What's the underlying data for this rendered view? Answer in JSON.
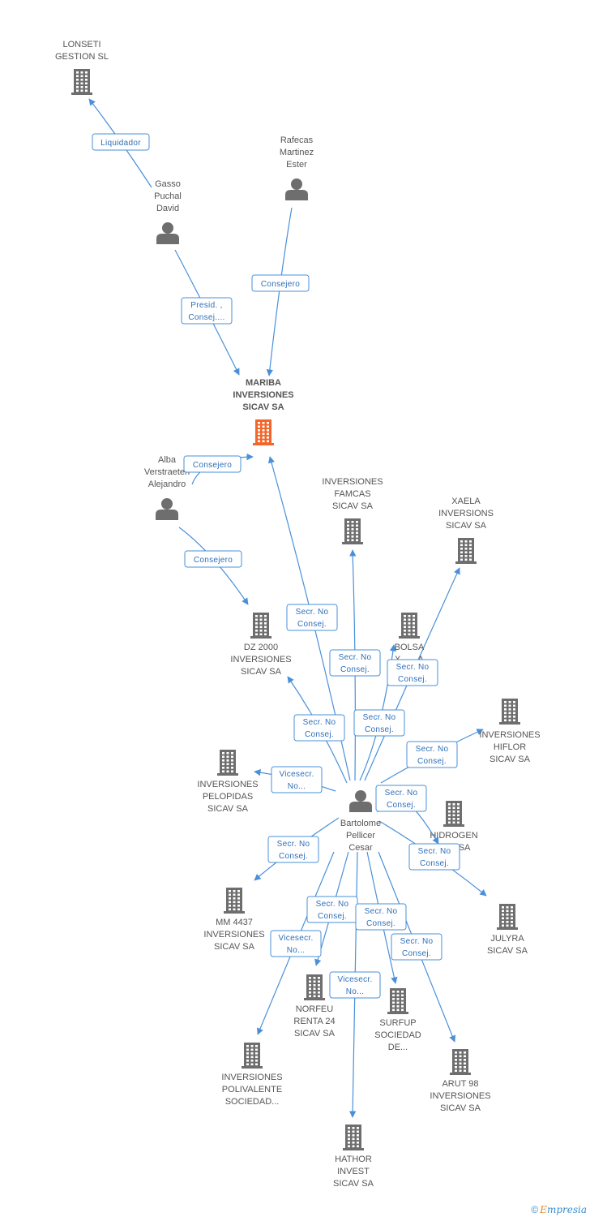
{
  "colors": {
    "edge": "#4a90d9",
    "node": "#6e6e6e",
    "focus": "#f4652a"
  },
  "nodes": [
    {
      "id": "lonseti",
      "type": "company",
      "label": [
        "LONSETI",
        "GESTION SL"
      ]
    },
    {
      "id": "rafecas",
      "type": "person",
      "label": [
        "Rafecas",
        "Martinez",
        "Ester"
      ]
    },
    {
      "id": "gasso",
      "type": "person",
      "label": [
        "Gasso",
        "Puchal",
        "David"
      ]
    },
    {
      "id": "mariba",
      "type": "company",
      "focus": true,
      "label": [
        "MARIBA",
        "INVERSIONES",
        "SICAV SA"
      ]
    },
    {
      "id": "alba",
      "type": "person",
      "label": [
        "Alba",
        "Verstraeten",
        "Alejandro"
      ]
    },
    {
      "id": "famcas",
      "type": "company",
      "label": [
        "INVERSIONES",
        "FAMCAS",
        "SICAV SA"
      ]
    },
    {
      "id": "xaela",
      "type": "company",
      "label": [
        "XAELA",
        "INVERSIONS",
        "SICAV SA"
      ]
    },
    {
      "id": "dz2000",
      "type": "company",
      "label": [
        "DZ 2000",
        "INVERSIONES",
        "SICAV SA"
      ]
    },
    {
      "id": "bolsa",
      "type": "company",
      "label": [
        "BOLSA",
        "X... ...A"
      ]
    },
    {
      "id": "hiflor",
      "type": "company",
      "label": [
        "INVERSIONES",
        "HIFLOR",
        "SICAV SA"
      ]
    },
    {
      "id": "pelopidas",
      "type": "company",
      "label": [
        "INVERSIONES",
        "PELOPIDAS",
        "SICAV SA"
      ]
    },
    {
      "id": "bartolome",
      "type": "person",
      "label": [
        "Bartolome",
        "Pellicer",
        "Cesar"
      ]
    },
    {
      "id": "hidrogen",
      "type": "company",
      "label": [
        "HIDROGEN",
        "...AV SA"
      ]
    },
    {
      "id": "mm4437",
      "type": "company",
      "label": [
        "MM 4437",
        "INVERSIONES",
        "SICAV SA"
      ]
    },
    {
      "id": "julyra",
      "type": "company",
      "label": [
        "JULYRA",
        "SICAV SA"
      ]
    },
    {
      "id": "norfeu",
      "type": "company",
      "label": [
        "NORFEU",
        "RENTA 24",
        "SICAV SA"
      ]
    },
    {
      "id": "surfup",
      "type": "company",
      "label": [
        "SURFUP",
        "SOCIEDAD",
        "DE..."
      ]
    },
    {
      "id": "polivalente",
      "type": "company",
      "label": [
        "INVERSIONES",
        "POLIVALENTE",
        "SOCIEDAD..."
      ]
    },
    {
      "id": "arut98",
      "type": "company",
      "label": [
        "ARUT 98",
        "INVERSIONES",
        "SICAV SA"
      ]
    },
    {
      "id": "hathor",
      "type": "company",
      "label": [
        "HATHOR",
        "INVEST",
        "SICAV SA"
      ]
    }
  ],
  "edges": [
    {
      "from": "gasso",
      "to": "lonseti",
      "label": [
        "Liquidador"
      ]
    },
    {
      "from": "rafecas",
      "to": "mariba",
      "label": [
        "Consejero"
      ]
    },
    {
      "from": "gasso",
      "to": "mariba",
      "label": [
        "Presid. ,",
        "Consej...."
      ]
    },
    {
      "from": "alba",
      "to": "mariba",
      "label": [
        "Consejero"
      ]
    },
    {
      "from": "alba",
      "to": "dz2000",
      "label": [
        "Consejero"
      ]
    },
    {
      "from": "bartolome",
      "to": "mariba",
      "label": [
        "Secr. No",
        "Consej."
      ]
    },
    {
      "from": "bartolome",
      "to": "famcas",
      "label": [
        "Secr. No",
        "Consej."
      ]
    },
    {
      "from": "bartolome",
      "to": "xaela",
      "label": [
        "Secr. No",
        "Consej."
      ]
    },
    {
      "from": "bartolome",
      "to": "dz2000",
      "label": [
        "Secr. No",
        "Consej."
      ]
    },
    {
      "from": "bartolome",
      "to": "bolsa",
      "label": [
        "Secr. No",
        "Consej."
      ]
    },
    {
      "from": "bartolome",
      "to": "hiflor",
      "label": [
        "Secr. No",
        "Consej."
      ]
    },
    {
      "from": "bartolome",
      "to": "pelopidas",
      "label": [
        "Vicesecr.",
        "No..."
      ]
    },
    {
      "from": "bartolome",
      "to": "hidrogen",
      "label": [
        "Secr. No",
        "Consej."
      ]
    },
    {
      "from": "bartolome",
      "to": "julyra",
      "label": [
        "Secr. No",
        "Consej."
      ]
    },
    {
      "from": "bartolome",
      "to": "mm4437",
      "label": [
        "Secr. No",
        "Consej."
      ]
    },
    {
      "from": "bartolome",
      "to": "norfeu",
      "label": [
        "Secr. No",
        "Consej."
      ]
    },
    {
      "from": "bartolome",
      "to": "surfup",
      "label": [
        "Secr. No",
        "Consej."
      ]
    },
    {
      "from": "bartolome",
      "to": "polivalente",
      "label": [
        "Vicesecr.",
        "No..."
      ]
    },
    {
      "from": "bartolome",
      "to": "arut98",
      "label": [
        "Secr. No",
        "Consej."
      ]
    },
    {
      "from": "bartolome",
      "to": "hathor",
      "label": [
        "Vicesecr.",
        "No..."
      ]
    }
  ],
  "footer": {
    "copyright_symbol": "©",
    "brand_initial": "E",
    "brand_rest": "mpresia"
  }
}
